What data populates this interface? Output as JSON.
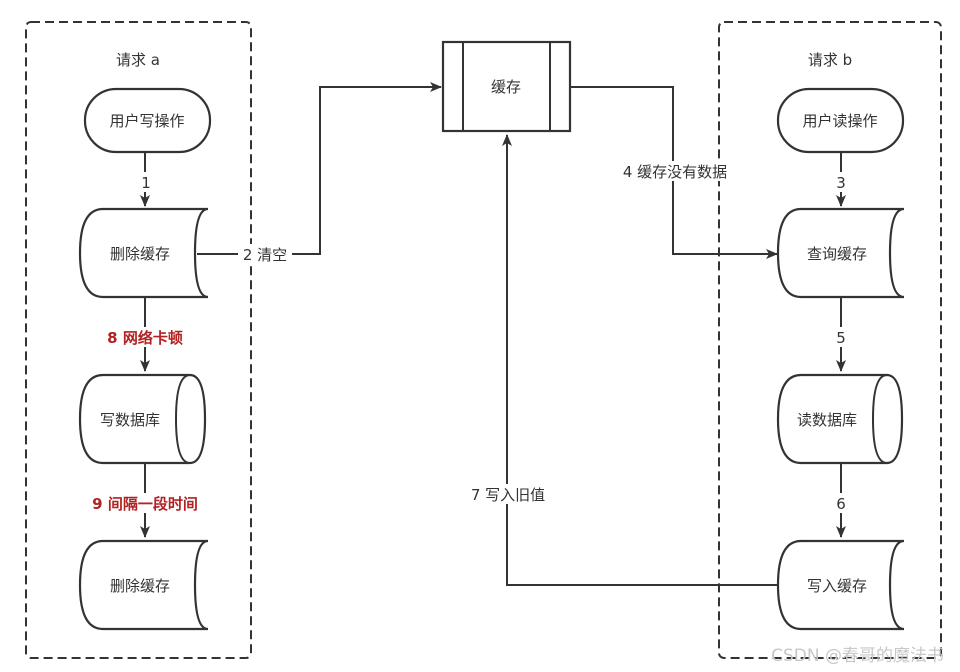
{
  "groups": {
    "a": "请求 a",
    "b": "请求 b"
  },
  "nodes": {
    "cache": "缓存",
    "user_write": "用户写操作",
    "delete_cache_1": "删除缓存",
    "write_db": "写数据库",
    "delete_cache_2": "删除缓存",
    "user_read": "用户读操作",
    "query_cache": "查询缓存",
    "read_db": "读数据库",
    "write_cache": "写入缓存"
  },
  "edges": {
    "e1": "1",
    "e2": "2 清空",
    "e3": "3",
    "e4": "4 缓存没有数据",
    "e5": "5",
    "e6": "6",
    "e7": "7 写入旧值",
    "e8": "8 网络卡顿",
    "e9": "9 间隔一段时间"
  },
  "colors": {
    "stroke": "#333333",
    "highlight_label": "#b22222",
    "watermark": "#c8c8c8"
  },
  "watermark": "CSDN @春哥的魔法书"
}
